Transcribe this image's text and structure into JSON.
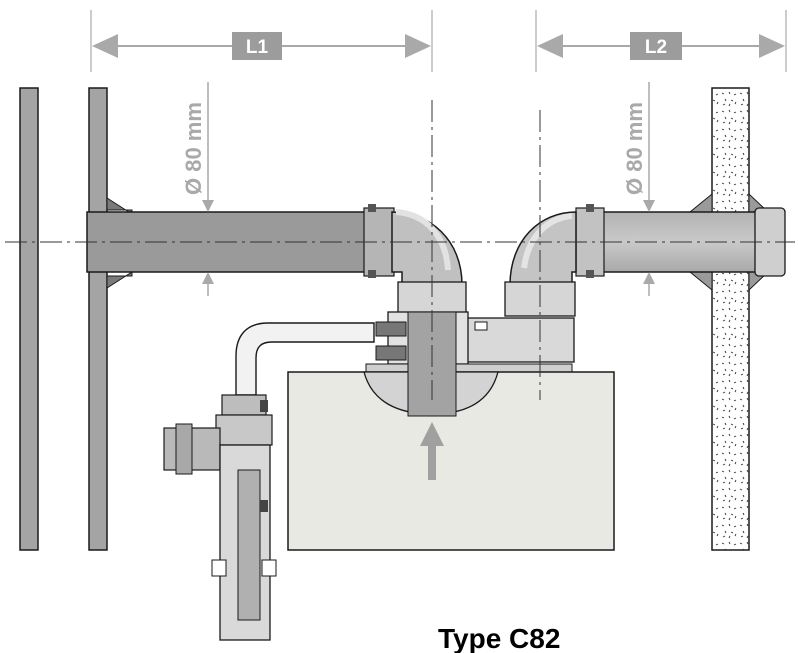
{
  "labels": {
    "l1": "L1",
    "l2": "L2",
    "diameter_left": "Ø 80 mm",
    "diameter_right": "Ø 80 mm",
    "type": "Type C82"
  },
  "colors": {
    "dim_grey": "#a9a9a9",
    "label_box": "#9c9c9c",
    "pipe_fill": "#bdbdbd",
    "pipe_dark": "#8e8e8e",
    "wall_fill": "#a4a4a4",
    "boiler_fill": "#e9e9e4",
    "outline": "#1a1a1a"
  }
}
